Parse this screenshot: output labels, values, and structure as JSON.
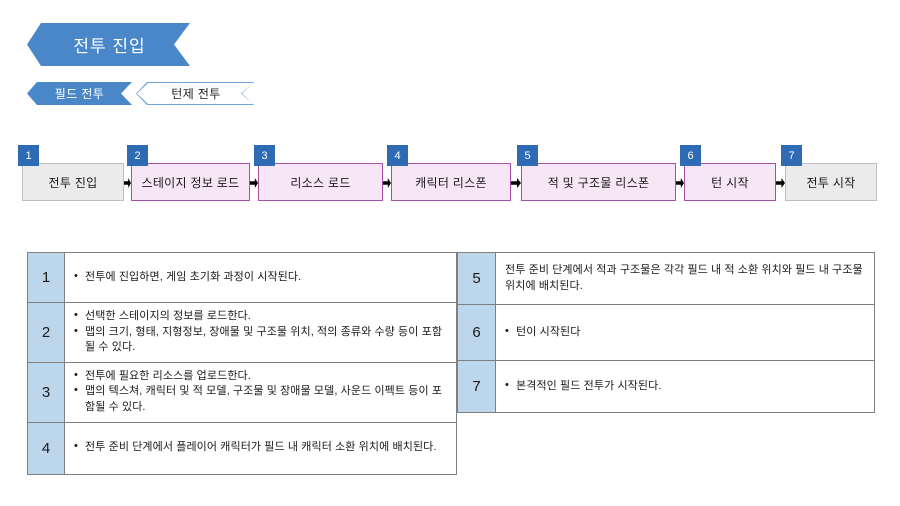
{
  "header": {
    "title": "전투 진입",
    "sub_chevrons": [
      {
        "label": "필드 전투",
        "style": "filled"
      },
      {
        "label": "턴제 전투",
        "style": "outline"
      }
    ]
  },
  "flow": {
    "nodes": [
      {
        "badge": "1",
        "label": "전투 진입",
        "style": "gray"
      },
      {
        "badge": "2",
        "label": "스테이지 정보 로드",
        "style": "pink"
      },
      {
        "badge": "3",
        "label": "리소스 로드",
        "style": "pink"
      },
      {
        "badge": "4",
        "label": "캐릭터 리스폰",
        "style": "pink"
      },
      {
        "badge": "5",
        "label": "적 및 구조물  리스폰",
        "style": "pink"
      },
      {
        "badge": "6",
        "label": "턴 시작",
        "style": "pink"
      },
      {
        "badge": "7",
        "label": "전투 시작",
        "style": "gray"
      }
    ],
    "arrow_icon": "right-arrow-icon"
  },
  "details": {
    "left_rows": [
      {
        "num": "1",
        "bulleted": true,
        "lines": [
          "전투에 진입하면, 게임 초기화 과정이 시작된다."
        ]
      },
      {
        "num": "2",
        "bulleted": true,
        "lines": [
          "선택한 스테이지의 정보를 로드한다.",
          "맵의 크기, 형태, 지형정보, 장애물 및 구조물 위치, 적의 종류와 수량 등이 포함될 수 있다."
        ]
      },
      {
        "num": "3",
        "bulleted": true,
        "lines": [
          "전투에 필요한 리소스를 업로드한다.",
          "맵의 텍스쳐, 캐릭터 및 적 모델, 구조물 및 장애물 모델, 사운드 이펙트 등이 포함될 수 있다."
        ]
      },
      {
        "num": "4",
        "bulleted": true,
        "lines": [
          "전투 준비 단계에서 플레이어 캐릭터가 필드 내 캐릭터 소환 위치에 배치된다."
        ]
      }
    ],
    "right_rows": [
      {
        "num": "5",
        "bulleted": false,
        "lines": [
          "전투 준비 단계에서 적과 구조물은 각각 필드 내 적 소환 위치와 필드 내 구조물 위치에 배치된다."
        ]
      },
      {
        "num": "6",
        "bulleted": true,
        "lines": [
          "턴이 시작된다"
        ]
      },
      {
        "num": "7",
        "bulleted": true,
        "lines": [
          "본격적인 필드 전투가 시작된다."
        ]
      }
    ]
  },
  "colors": {
    "accent_blue": "#4A87C8",
    "badge_blue": "#2F6AB4",
    "num_cell_blue": "#BCD6EC",
    "node_pink_fill": "#F6E6F6",
    "node_pink_border": "#A74FA7",
    "node_gray_fill": "#EBEBEB",
    "node_gray_border": "#BFBFBF",
    "table_border": "#7F7F7F"
  }
}
